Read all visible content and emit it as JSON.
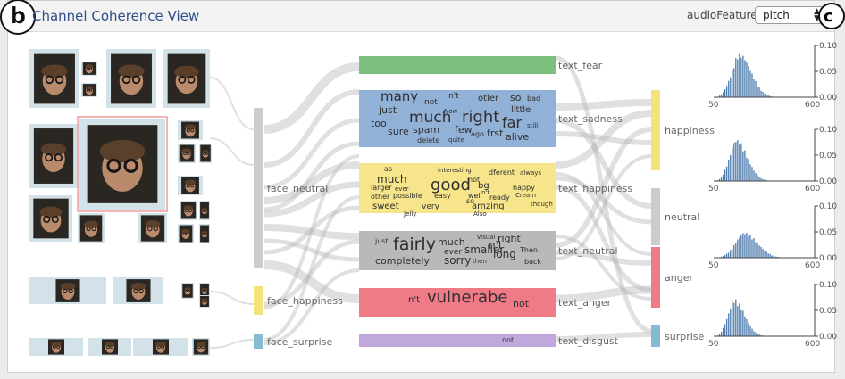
{
  "header": {
    "badge": "b",
    "next_badge": "c",
    "title": "Channel Coherence View",
    "audio_feature_label": "audioFeature:",
    "audio_feature_value": "pitch"
  },
  "face_channels": [
    {
      "label": "face_neutral",
      "color": "#cccccc"
    },
    {
      "label": "face_happiness",
      "color": "#f4e27b"
    },
    {
      "label": "face_surprise",
      "color": "#83bcd2"
    }
  ],
  "text_channels": [
    {
      "label": "text_fear",
      "color": "#7cc07f",
      "words": []
    },
    {
      "label": "text_sadness",
      "color": "#92b1d6",
      "words": [
        "many",
        "not",
        "n't",
        "otler",
        "so",
        "bad",
        "just",
        "Now",
        "much",
        "right",
        "little",
        "too",
        "sure",
        "spam",
        "few",
        "far",
        "still",
        "delete",
        "quite",
        "ago",
        "frst",
        "alive"
      ]
    },
    {
      "label": "text_happiness",
      "color": "#f6e58a",
      "words": [
        "as",
        "interesting",
        "dferent",
        "always",
        "much",
        "not",
        "larger",
        "ever",
        "good",
        "bg",
        "happy",
        "other",
        "possible",
        "easy",
        "wel",
        "n't",
        "ready",
        "Cream",
        "sweet",
        "very",
        "so",
        "amzing",
        "though",
        "Jelly",
        "Also"
      ]
    },
    {
      "label": "text_neutral",
      "color": "#b9b9b9",
      "words": [
        "just",
        "fairly",
        "much",
        "visual",
        "right",
        "n't",
        "ever",
        "smaller",
        "long",
        "Then",
        "completely",
        "sorry",
        "then",
        "back"
      ]
    },
    {
      "label": "text_anger",
      "color": "#ee7b86",
      "words": [
        "n't",
        "vulnerabe",
        "not"
      ]
    },
    {
      "label": "text_disgust",
      "color": "#c1a8dc",
      "words": [
        "not"
      ]
    }
  ],
  "audio_channels": [
    {
      "label": "happiness",
      "color": "#f4e27b"
    },
    {
      "label": "neutral",
      "color": "#cccccc"
    },
    {
      "label": "anger",
      "color": "#ee7b86"
    },
    {
      "label": "surprise",
      "color": "#83bcd2"
    }
  ],
  "histogram": {
    "x_ticks": [
      "50",
      "600"
    ],
    "y_ticks": [
      "0.10",
      "0.05",
      "0.00"
    ],
    "bar_color": "#3d6fa8"
  }
}
